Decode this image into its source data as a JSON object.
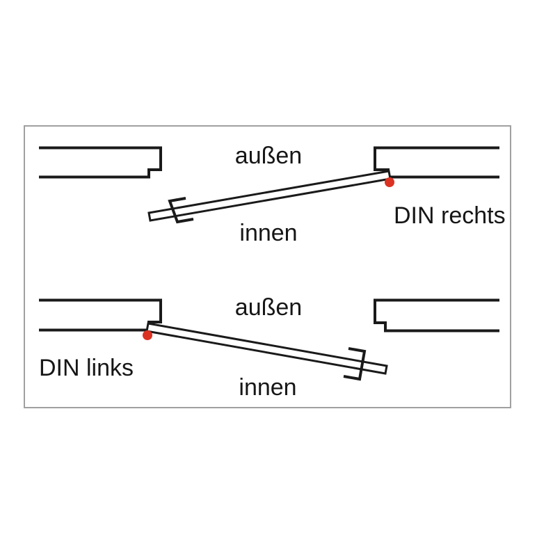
{
  "diagram": {
    "description": "DIN door hinge direction diagram",
    "panels": [
      {
        "id": "din-rechts",
        "outside_label": "außen",
        "inside_label": "innen",
        "direction_label": "DIN rechts"
      },
      {
        "id": "din-links",
        "outside_label": "außen",
        "inside_label": "innen",
        "direction_label": "DIN links"
      }
    ]
  },
  "colors": {
    "line": "#1a1a1a",
    "text": "#161616",
    "hinge_dot": "#dc3222",
    "frame_border": "#a0a0a0",
    "background": "#ffffff"
  }
}
